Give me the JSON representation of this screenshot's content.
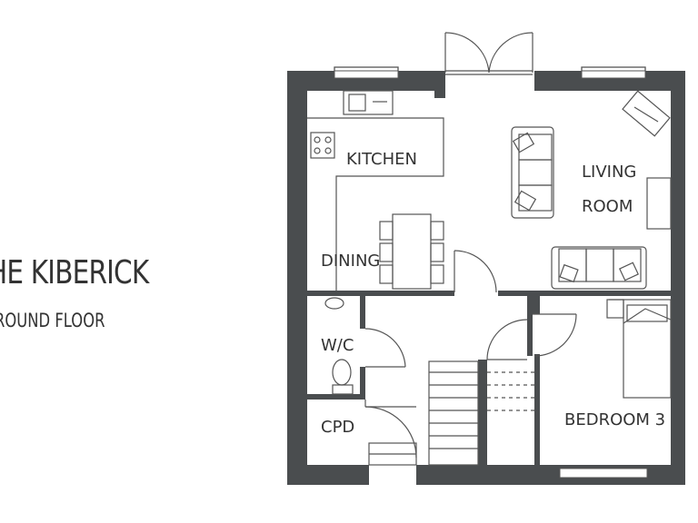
{
  "title": "HE KIBERICK",
  "subtitle": "ROUND FLOOR",
  "rooms": {
    "kitchen": "KITCHEN",
    "living": "LIVING",
    "living2": "ROOM",
    "dining": "DINING",
    "wc": "W/C",
    "cpd": "CPD",
    "bedroom": "BEDROOM 3"
  },
  "colors": {
    "wall": "#4a4d4f",
    "line": "#555555"
  }
}
